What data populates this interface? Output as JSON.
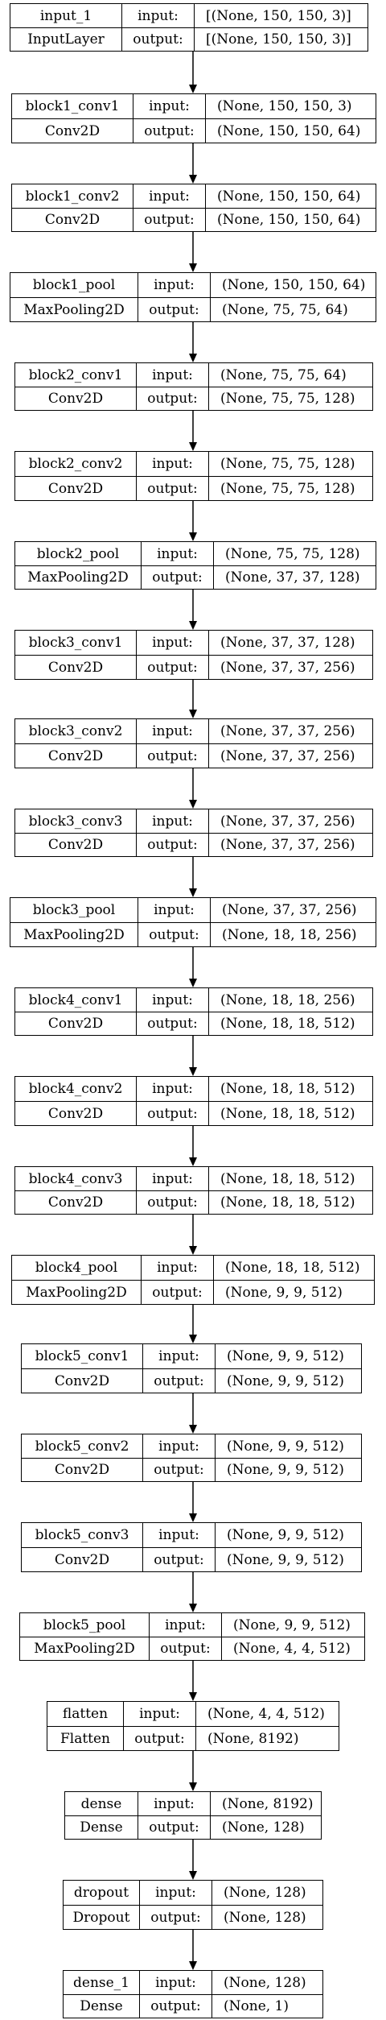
{
  "io_labels": {
    "input": "input:",
    "output": "output:"
  },
  "layers": [
    {
      "name": "input_1",
      "type": "InputLayer",
      "input": "[(None, 150, 150, 3)]",
      "output": "[(None, 150, 150, 3)]"
    },
    {
      "name": "block1_conv1",
      "type": "Conv2D",
      "input": "(None, 150, 150, 3)",
      "output": "(None, 150, 150, 64)"
    },
    {
      "name": "block1_conv2",
      "type": "Conv2D",
      "input": "(None, 150, 150, 64)",
      "output": "(None, 150, 150, 64)"
    },
    {
      "name": "block1_pool",
      "type": "MaxPooling2D",
      "input": "(None, 150, 150, 64)",
      "output": "(None, 75, 75, 64)"
    },
    {
      "name": "block2_conv1",
      "type": "Conv2D",
      "input": "(None, 75, 75, 64)",
      "output": "(None, 75, 75, 128)"
    },
    {
      "name": "block2_conv2",
      "type": "Conv2D",
      "input": "(None, 75, 75, 128)",
      "output": "(None, 75, 75, 128)"
    },
    {
      "name": "block2_pool",
      "type": "MaxPooling2D",
      "input": "(None, 75, 75, 128)",
      "output": "(None, 37, 37, 128)"
    },
    {
      "name": "block3_conv1",
      "type": "Conv2D",
      "input": "(None, 37, 37, 128)",
      "output": "(None, 37, 37, 256)"
    },
    {
      "name": "block3_conv2",
      "type": "Conv2D",
      "input": "(None, 37, 37, 256)",
      "output": "(None, 37, 37, 256)"
    },
    {
      "name": "block3_conv3",
      "type": "Conv2D",
      "input": "(None, 37, 37, 256)",
      "output": "(None, 37, 37, 256)"
    },
    {
      "name": "block3_pool",
      "type": "MaxPooling2D",
      "input": "(None, 37, 37, 256)",
      "output": "(None, 18, 18, 256)"
    },
    {
      "name": "block4_conv1",
      "type": "Conv2D",
      "input": "(None, 18, 18, 256)",
      "output": "(None, 18, 18, 512)"
    },
    {
      "name": "block4_conv2",
      "type": "Conv2D",
      "input": "(None, 18, 18, 512)",
      "output": "(None, 18, 18, 512)"
    },
    {
      "name": "block4_conv3",
      "type": "Conv2D",
      "input": "(None, 18, 18, 512)",
      "output": "(None, 18, 18, 512)"
    },
    {
      "name": "block4_pool",
      "type": "MaxPooling2D",
      "input": "(None, 18, 18, 512)",
      "output": "(None, 9, 9, 512)"
    },
    {
      "name": "block5_conv1",
      "type": "Conv2D",
      "input": "(None, 9, 9, 512)",
      "output": "(None, 9, 9, 512)"
    },
    {
      "name": "block5_conv2",
      "type": "Conv2D",
      "input": "(None, 9, 9, 512)",
      "output": "(None, 9, 9, 512)"
    },
    {
      "name": "block5_conv3",
      "type": "Conv2D",
      "input": "(None, 9, 9, 512)",
      "output": "(None, 9, 9, 512)"
    },
    {
      "name": "block5_pool",
      "type": "MaxPooling2D",
      "input": "(None, 9, 9, 512)",
      "output": "(None, 4, 4, 512)"
    },
    {
      "name": "flatten",
      "type": "Flatten",
      "input": "(None, 4, 4, 512)",
      "output": "(None, 8192)"
    },
    {
      "name": "dense",
      "type": "Dense",
      "input": "(None, 8192)",
      "output": "(None, 128)"
    },
    {
      "name": "dropout",
      "type": "Dropout",
      "input": "(None, 128)",
      "output": "(None, 128)"
    },
    {
      "name": "dense_1",
      "type": "Dense",
      "input": "(None, 128)",
      "output": "(None, 1)"
    }
  ]
}
